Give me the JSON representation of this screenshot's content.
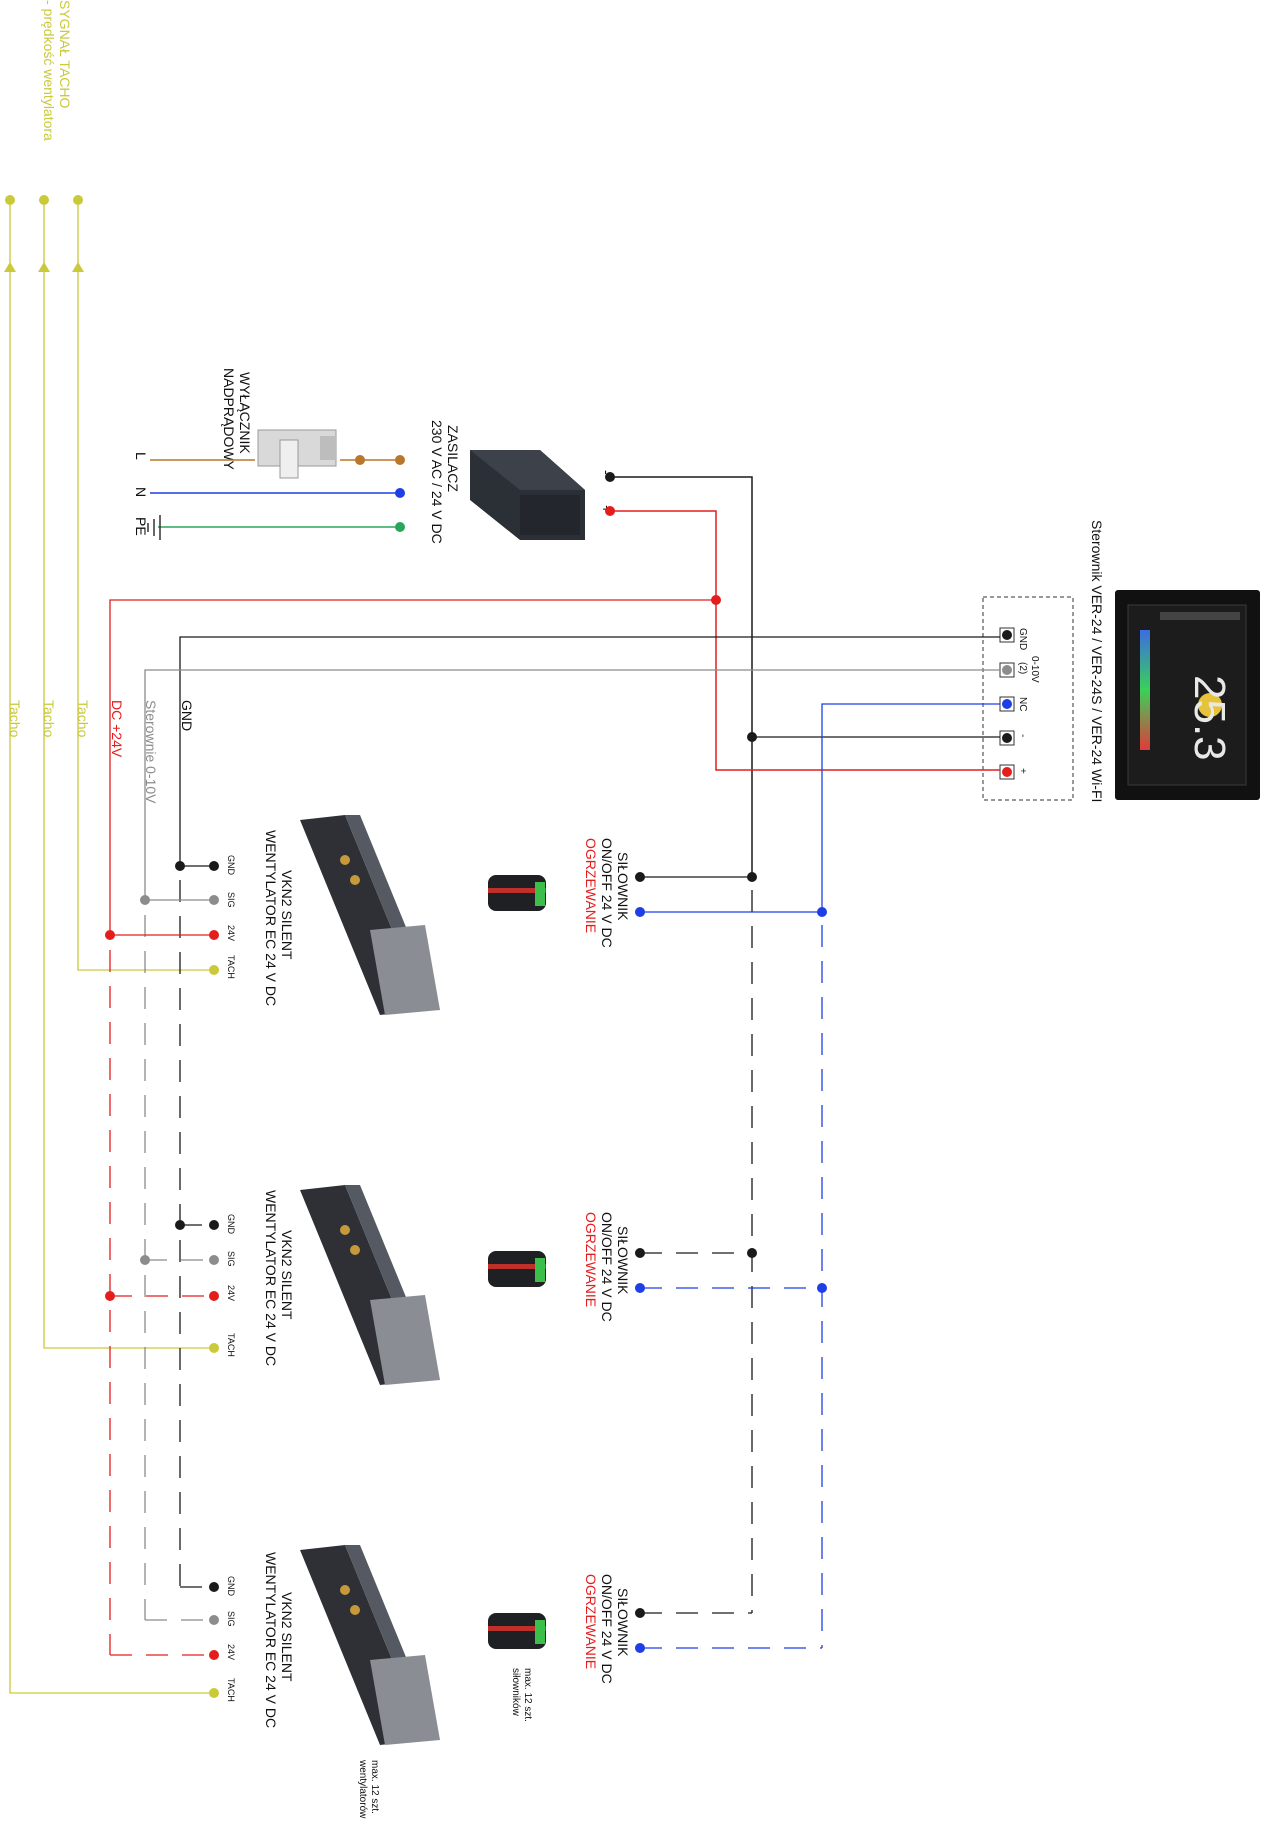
{
  "controller": {
    "title": "Sterownik VER-24 / VER-24S / VER-24 Wi-FI",
    "terminal_gnd": "GND",
    "terminal_sig": "(2)",
    "terminal_sig_group": "0-10V",
    "terminal_nc": "NC",
    "terminal_minus": "-",
    "terminal_plus": "+",
    "display_reading": "25.3"
  },
  "power_supply": {
    "label_line1": "ZASILACZ",
    "label_line2": "230 V AC / 24 V DC",
    "out_minus": "-",
    "out_plus": "+"
  },
  "breaker": {
    "label_line1": "WYŁĄCZNIK",
    "label_line2": "NADPRĄDOWY",
    "L": "L",
    "N": "N",
    "PE": "PE"
  },
  "tacho_signal": {
    "line1": "SYGNAŁ TACHO",
    "line2": "- prędkość wentylatora"
  },
  "bus_labels": {
    "gnd": "GND",
    "sig": "Sterownie 0-10V",
    "dc24": "DC +24V",
    "tacho": "Tacho"
  },
  "fan": {
    "name_line1": "VKN2 SILENT",
    "name_line2": "WENTYLATOR EC 24 V DC",
    "pins": [
      "GND",
      "SIG",
      "24V",
      "TACH"
    ]
  },
  "actuator": {
    "name_line1": "SIŁOWNIK",
    "name_line2": "ON/OFF 24 V DC",
    "mode": "OGRZEWANIE"
  },
  "notes": {
    "max_actuators_line1": "max. 12 szt.",
    "max_actuators_line2": "siłowników",
    "max_fans_line1": "max. 12 szt.",
    "max_fans_line2": "wentylatorów"
  },
  "colors": {
    "black": "#1a1a1a",
    "grey": "#8c8c8c",
    "red": "#e41d1d",
    "blue": "#1f3fe6",
    "yellow": "#c9c93a",
    "brown": "#b8772d",
    "green": "#2aa65a"
  },
  "icons": [
    "controller-device",
    "power-supply-device",
    "breaker-device",
    "fan-convector-device",
    "actuator-device",
    "ground-symbol-icon"
  ]
}
